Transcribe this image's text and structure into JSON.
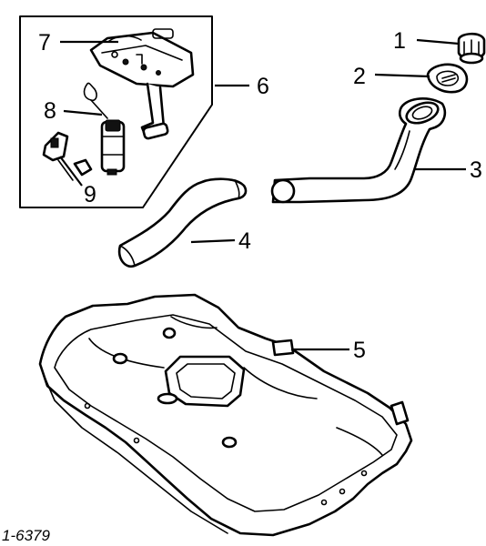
{
  "callouts": {
    "c1": "1",
    "c2": "2",
    "c3": "3",
    "c4": "4",
    "c5": "5",
    "c6": "6",
    "c7": "7",
    "c8": "8",
    "c9": "9"
  },
  "figure_code": "1-6379"
}
